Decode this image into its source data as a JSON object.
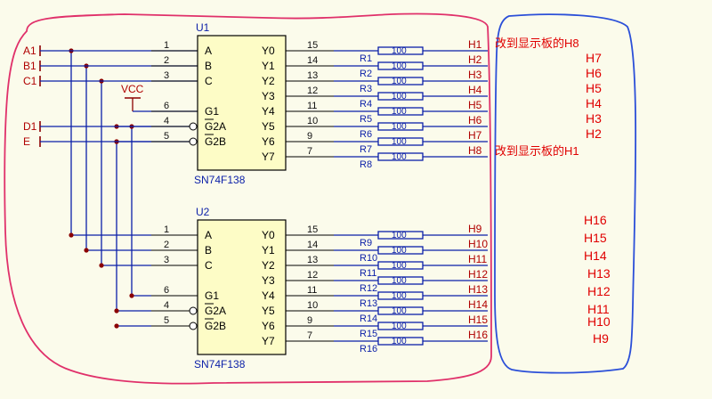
{
  "colors": {
    "wire": "#0b1fa8",
    "chip_fill": "#fdfcc6",
    "pin": "#8b0000",
    "red_note": "#e00000",
    "red_outline": "#e0306a",
    "blue_outline": "#2b4fd8"
  },
  "inputs": [
    "A1",
    "B1",
    "C1",
    "D1",
    "E"
  ],
  "vcc": "VCC",
  "chips": [
    {
      "ref": "U1",
      "part": "SN74F138",
      "left_pins": [
        {
          "num": "1",
          "name": "A"
        },
        {
          "num": "2",
          "name": "B"
        },
        {
          "num": "3",
          "name": "C"
        },
        {
          "num": "6",
          "name": "G1"
        },
        {
          "num": "4",
          "name": "G2A"
        },
        {
          "num": "5",
          "name": "G2B"
        }
      ],
      "right_pins": [
        {
          "num": "15",
          "name": "Y0"
        },
        {
          "num": "14",
          "name": "Y1"
        },
        {
          "num": "13",
          "name": "Y2"
        },
        {
          "num": "12",
          "name": "Y3"
        },
        {
          "num": "11",
          "name": "Y4"
        },
        {
          "num": "10",
          "name": "Y5"
        },
        {
          "num": "9",
          "name": "Y6"
        },
        {
          "num": "7",
          "name": "Y7"
        }
      ],
      "resistors": [
        "R1",
        "R2",
        "R3",
        "R4",
        "R5",
        "R6",
        "R7",
        "R8"
      ],
      "outputs": [
        "H1",
        "H2",
        "H3",
        "H4",
        "H5",
        "H6",
        "H7",
        "H8"
      ]
    },
    {
      "ref": "U2",
      "part": "SN74F138",
      "left_pins": [
        {
          "num": "1",
          "name": "A"
        },
        {
          "num": "2",
          "name": "B"
        },
        {
          "num": "3",
          "name": "C"
        },
        {
          "num": "6",
          "name": "G1"
        },
        {
          "num": "4",
          "name": "G2A"
        },
        {
          "num": "5",
          "name": "G2B"
        }
      ],
      "right_pins": [
        {
          "num": "15",
          "name": "Y0"
        },
        {
          "num": "14",
          "name": "Y1"
        },
        {
          "num": "13",
          "name": "Y2"
        },
        {
          "num": "12",
          "name": "Y3"
        },
        {
          "num": "11",
          "name": "Y4"
        },
        {
          "num": "10",
          "name": "Y5"
        },
        {
          "num": "9",
          "name": "Y6"
        },
        {
          "num": "7",
          "name": "Y7"
        }
      ],
      "resistors": [
        "R9",
        "R10",
        "R11",
        "R12",
        "R13",
        "R14",
        "R15",
        "R16"
      ],
      "outputs": [
        "H9",
        "H10",
        "H11",
        "H12",
        "H13",
        "H14",
        "H15",
        "H16"
      ]
    }
  ],
  "resistor_value": "100",
  "annotations": {
    "note_top": "改到显示板的H8",
    "note_mid": "改到显示板的H1",
    "top_group": [
      "H7",
      "H6",
      "H5",
      "H4",
      "H3",
      "H2"
    ],
    "bottom_group": [
      "H16",
      "H15",
      "H14",
      "H13",
      "H12",
      "H11",
      "H10",
      "H9"
    ]
  }
}
